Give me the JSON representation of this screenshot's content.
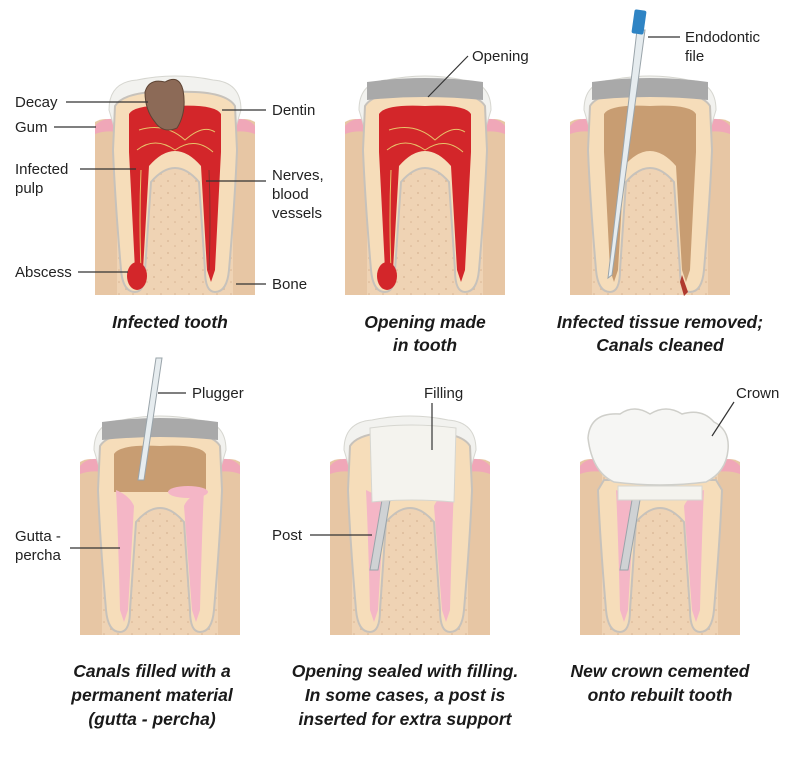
{
  "colors": {
    "bone": "#efd3b4",
    "bone_dot": "#d8b594",
    "gum": "#f0a7b8",
    "enamel": "#f2f2ef",
    "dentin": "#f6ddba",
    "pulp_infected": "#d3262a",
    "pulp_clean": "#c89d72",
    "gutta_percha": "#f4b6c6",
    "filling": "#f4f3ee",
    "crown": "#f6f6f4",
    "metal": "#cfd2d4",
    "instrument": "#e6ecef",
    "file_handle": "#2f84c4"
  },
  "panels": [
    {
      "caption_lines": [
        "Infected tooth"
      ],
      "labels": {
        "decay": "Decay",
        "gum": "Gum",
        "infected_pulp_1": "Infected",
        "infected_pulp_2": "pulp",
        "abscess": "Abscess",
        "dentin": "Dentin",
        "nerves_1": "Nerves,",
        "nerves_2": "blood",
        "nerves_3": "vessels",
        "bone": "Bone"
      }
    },
    {
      "caption_lines": [
        "Opening made",
        "in tooth"
      ],
      "labels": {
        "opening": "Opening"
      }
    },
    {
      "caption_lines": [
        "Infected tissue removed;",
        "Canals cleaned"
      ],
      "labels": {
        "file_1": "Endodontic",
        "file_2": "file"
      }
    },
    {
      "caption_lines": [
        "Canals filled with a",
        "permanent material",
        "(gutta - percha)"
      ],
      "labels": {
        "plugger": "Plugger",
        "gutta_1": "Gutta -",
        "gutta_2": "percha"
      }
    },
    {
      "caption_lines": [
        "Opening sealed with filling.",
        "In some cases, a post is",
        "inserted for extra support"
      ],
      "labels": {
        "filling": "Filling",
        "post": "Post"
      }
    },
    {
      "caption_lines": [
        "New crown cemented",
        "onto rebuilt tooth"
      ],
      "labels": {
        "crown": "Crown"
      }
    }
  ]
}
